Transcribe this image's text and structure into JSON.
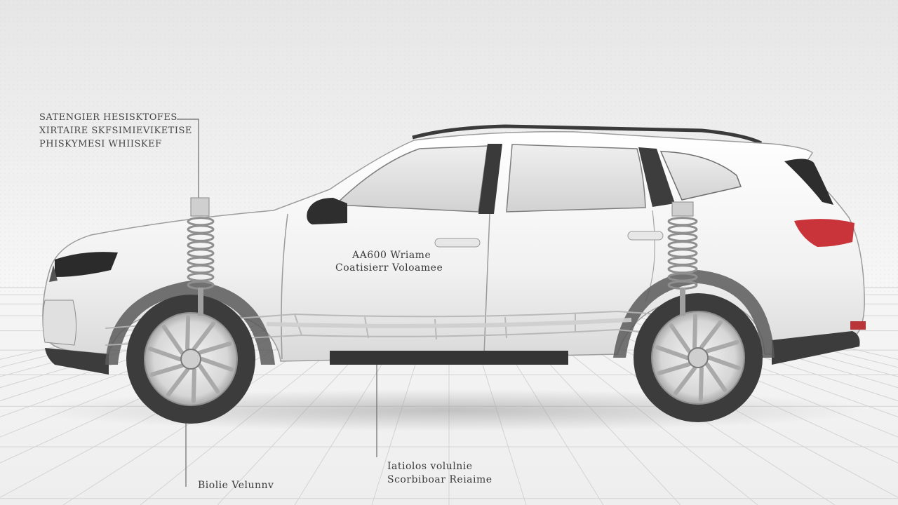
{
  "annotations": {
    "top_left": [
      "SATENGIER HESISKTOFES",
      "XIRTAIRE SKFSIMIEVIKETISE",
      "PHISKYMESI WHIISKEF"
    ],
    "center_door": [
      "AA600 Wriame",
      "Coatisierr Voloamee"
    ],
    "bottom_right": [
      "Iatiolos volulnie",
      "Scorbiboar Reiaime"
    ],
    "bottom_left": "Biolie Velunnv"
  },
  "colors": {
    "background": "#f3f3f3",
    "car_body": "#f7f7f7",
    "glass": "#dcdcdc",
    "tire": "#3c3c3c",
    "tail_light": "#c8343a",
    "leader_line": "#6a6a6a"
  },
  "icons": [
    "suv-vehicle-illustration",
    "front-coil-spring",
    "rear-coil-spring",
    "front-wheel",
    "rear-wheel",
    "chassis-frame"
  ]
}
